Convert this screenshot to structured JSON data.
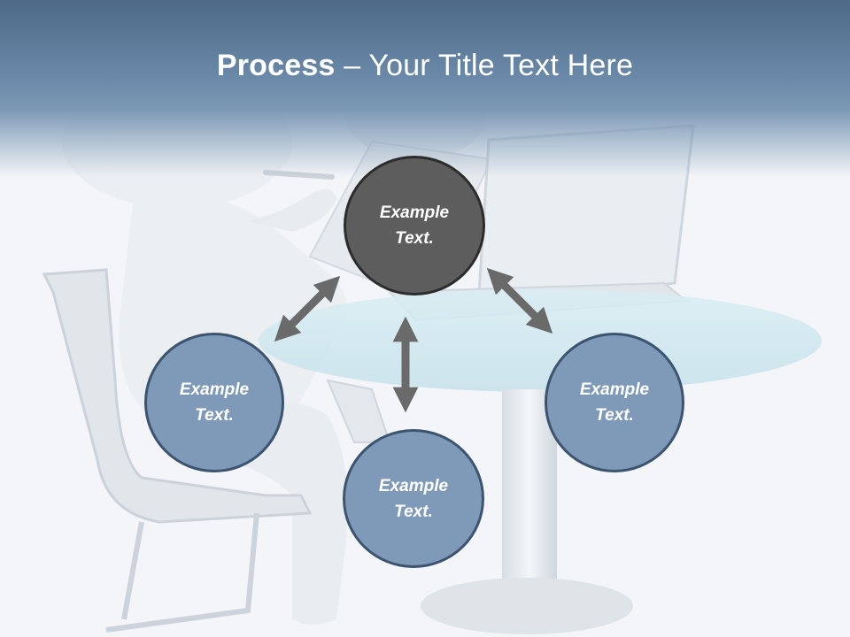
{
  "title": {
    "bold": "Process",
    "rest": " – Your Title Text Here"
  },
  "nodes": {
    "top": {
      "line1": "Example",
      "line2": "Text."
    },
    "left": {
      "line1": "Example",
      "line2": "Text."
    },
    "bottom": {
      "line1": "Example",
      "line2": "Text."
    },
    "right": {
      "line1": "Example",
      "line2": "Text."
    }
  },
  "colors": {
    "header": "#5f7d9c",
    "node_blue": "#7f9ab8",
    "node_dark": "#5d5d5d",
    "arrow": "#6a6a6a"
  }
}
